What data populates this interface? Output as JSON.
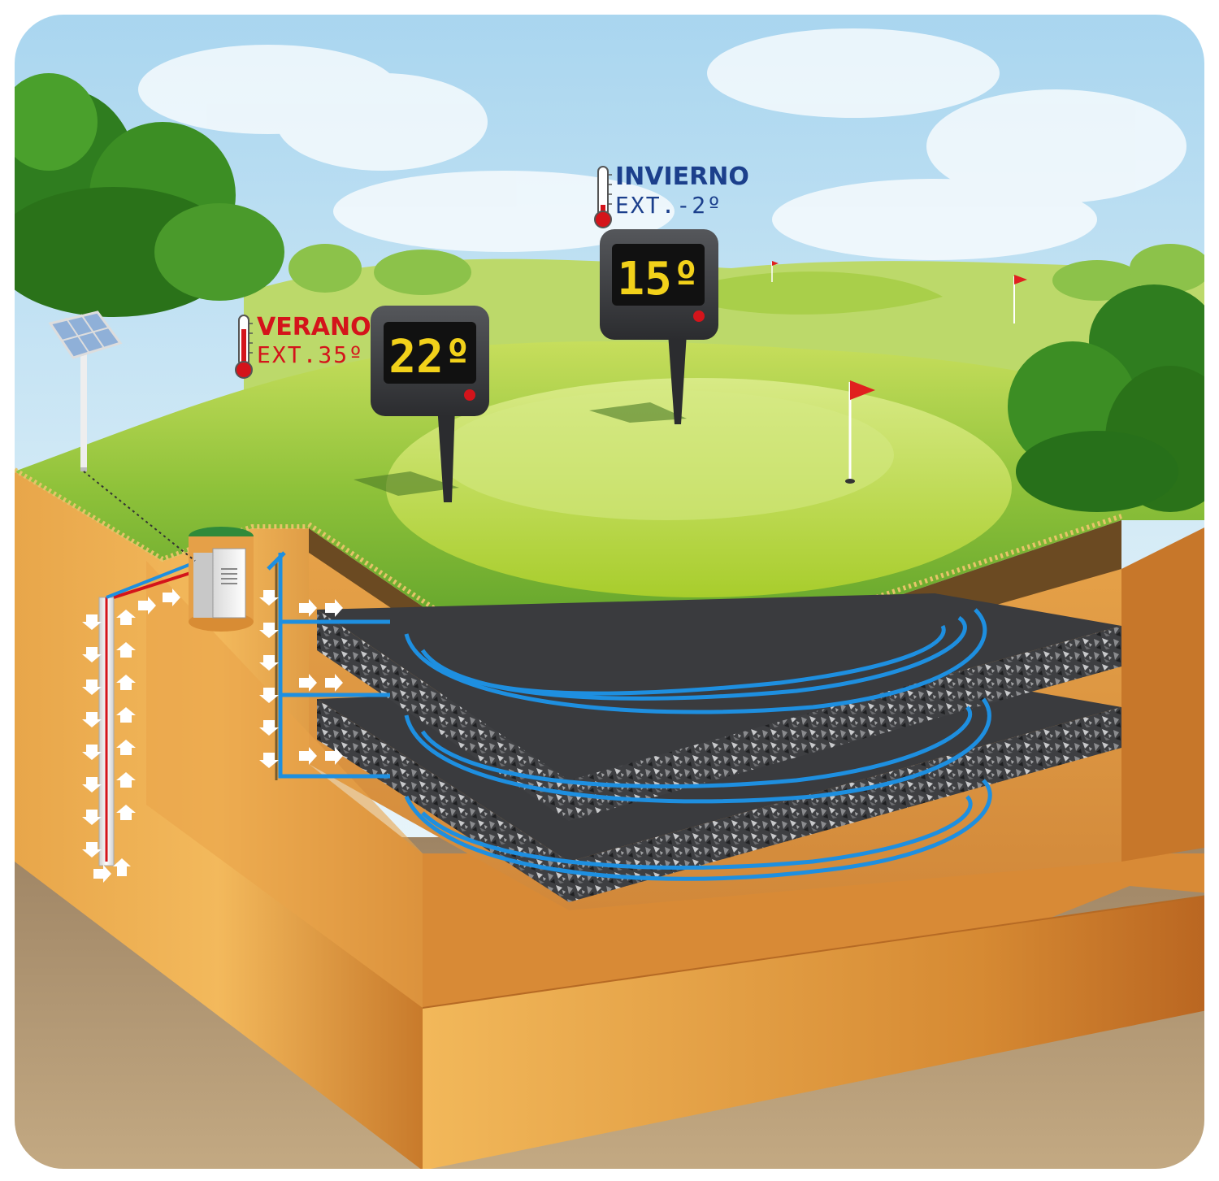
{
  "colors": {
    "sky_top": "#a9d6ee",
    "sky_bottom": "#eef7fb",
    "grass_light": "#b9d94a",
    "grass_dark": "#4e9a24",
    "soil_light": "#f0b65a",
    "soil_dark": "#b5641f",
    "bedrock": "#b9a07b",
    "pipe_blue": "#1e8fe0",
    "panel_gray": "#3a3b3e",
    "summer_red": "#d4141b",
    "winter_blue": "#1b3f8c",
    "display_yellow": "#f2d11a"
  },
  "summer": {
    "title": "VERANO",
    "ext": "EXT.35º",
    "display": "22º",
    "thermometer_level": 0.85
  },
  "winter": {
    "title": "INVIERNO",
    "ext": "EXT.-2º",
    "display": "15º",
    "thermometer_level": 0.25
  },
  "icons": {
    "solar_panel": "solar-panel-icon",
    "thermometer": "thermometer-icon",
    "flag": "golf-flag-icon",
    "control_box": "control-unit-icon"
  }
}
